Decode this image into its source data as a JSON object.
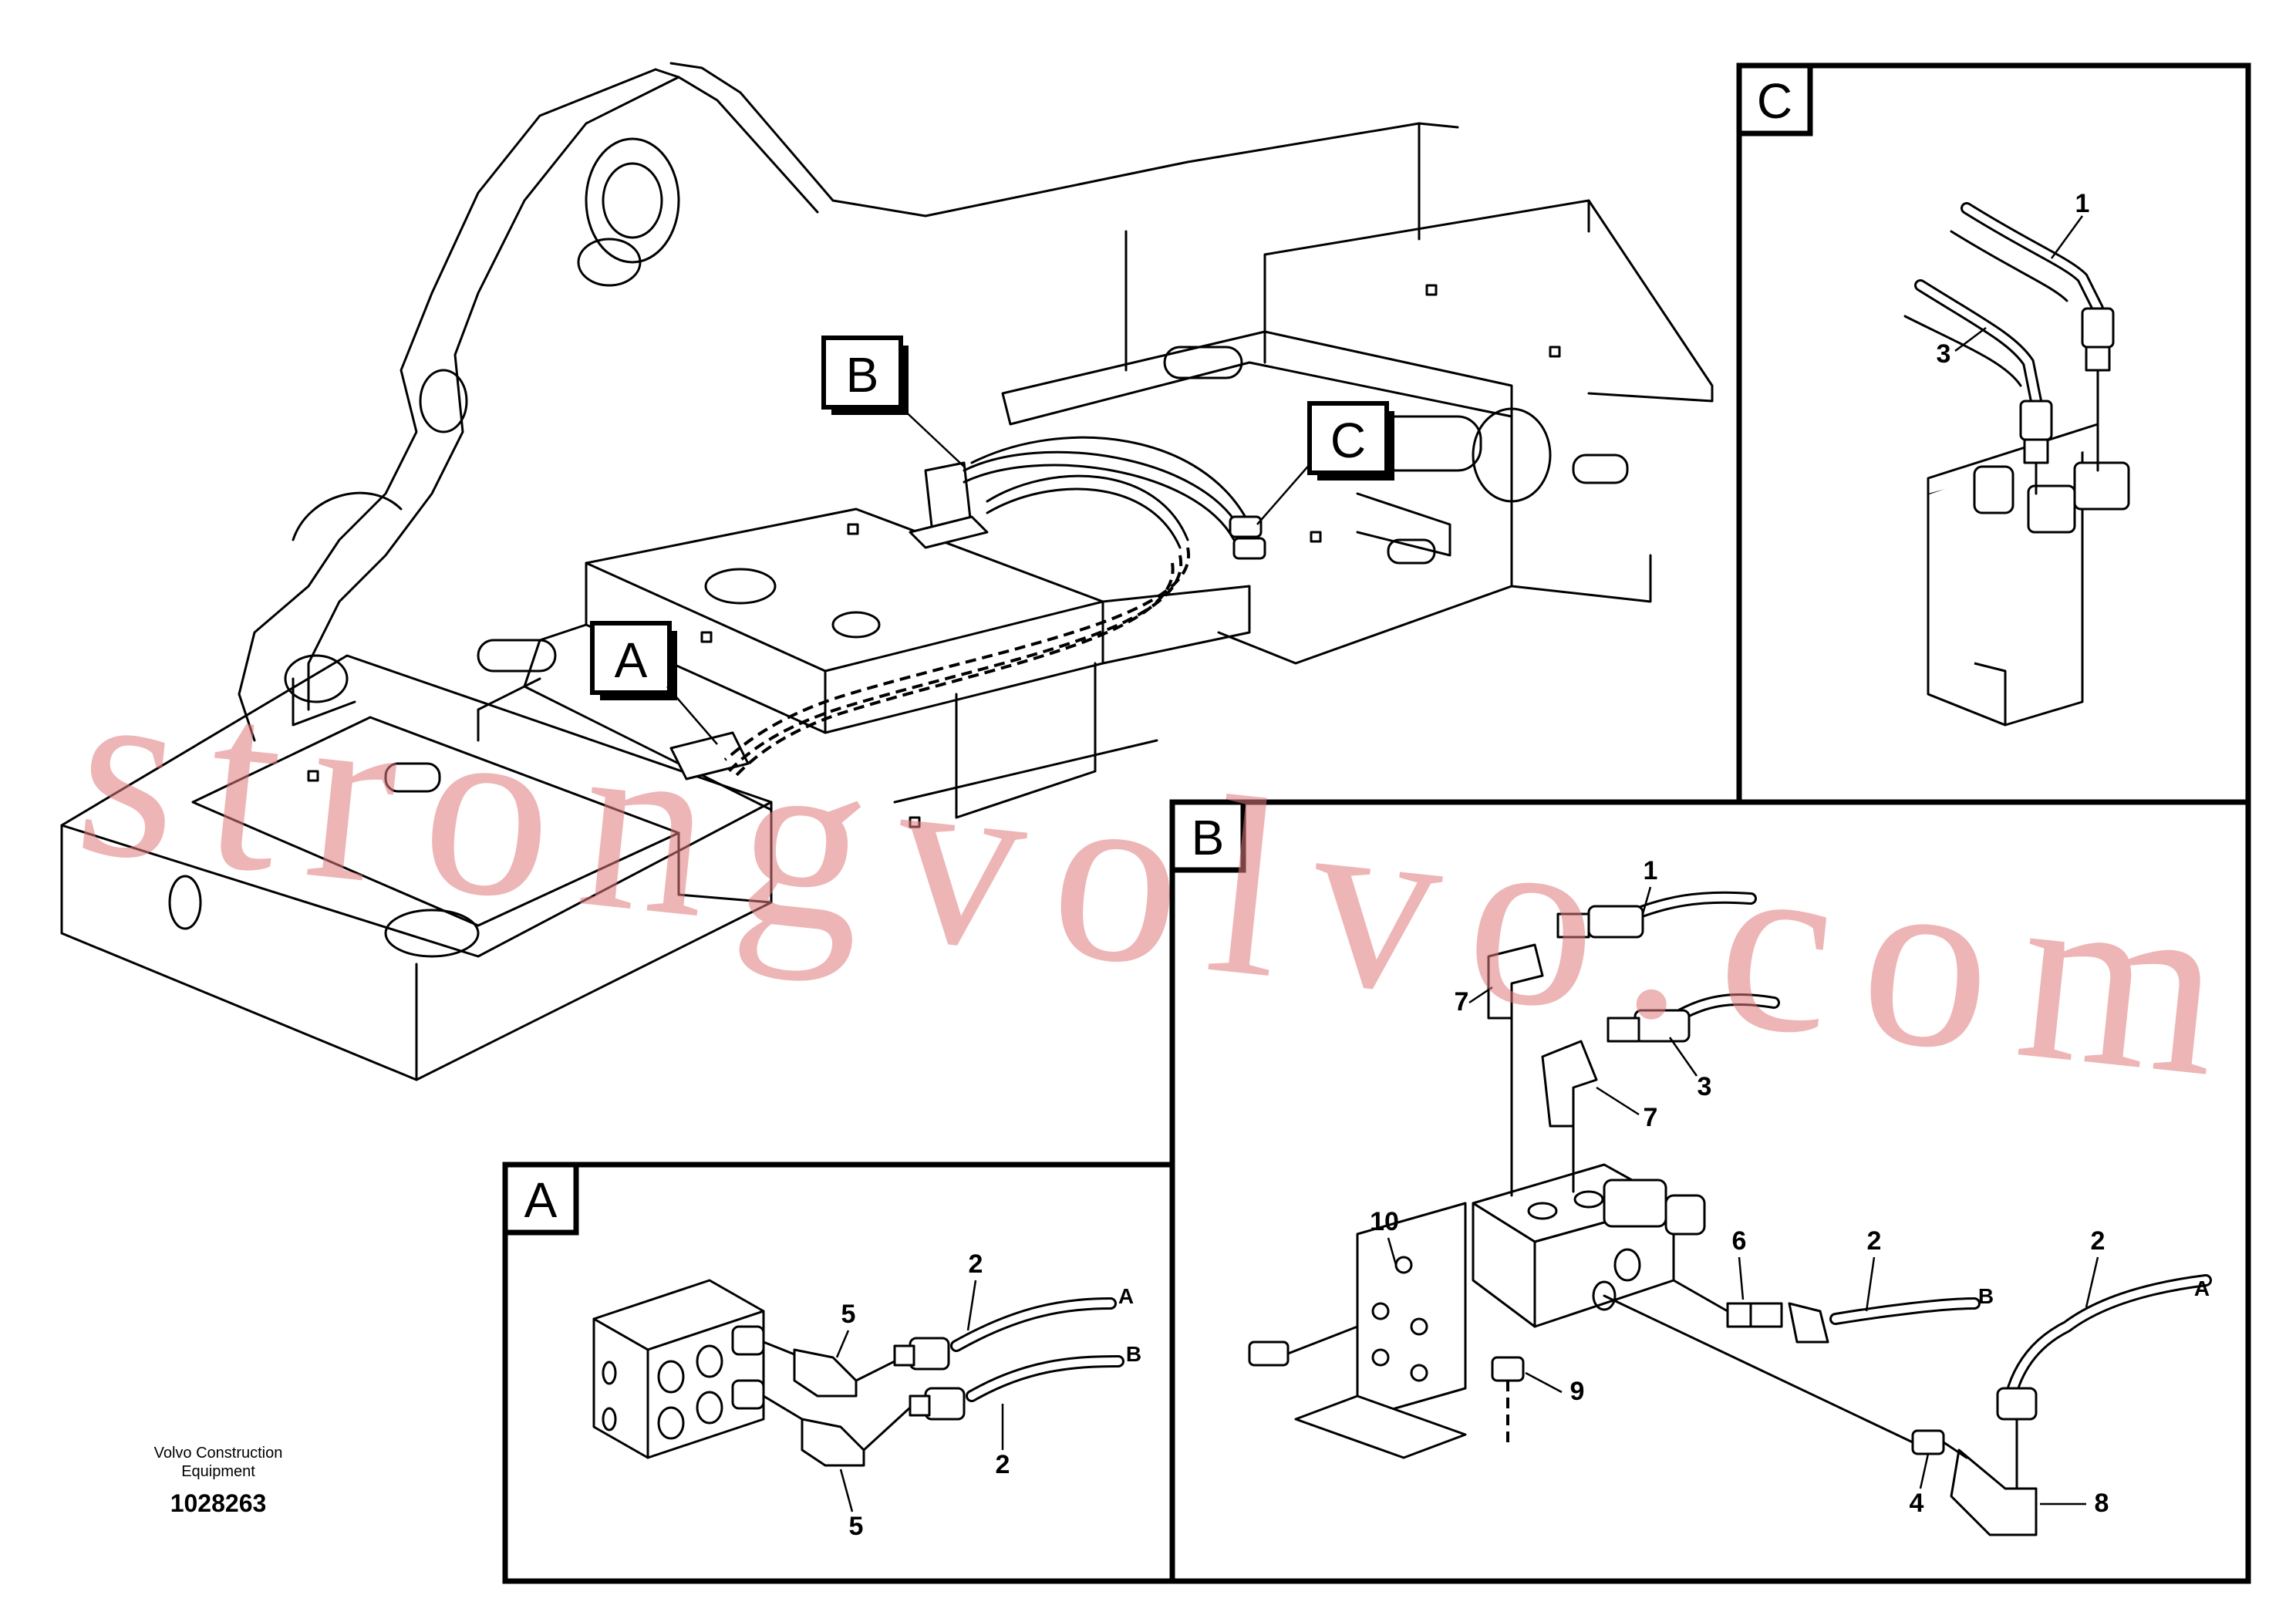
{
  "main_callouts": {
    "a": "A",
    "b": "B",
    "c": "C"
  },
  "detail_c": {
    "title": "C",
    "parts": [
      "1",
      "3"
    ]
  },
  "detail_b": {
    "title": "B",
    "parts": [
      "1",
      "7",
      "3",
      "7",
      "10",
      "6",
      "2",
      "2",
      "9",
      "4",
      "8"
    ],
    "hose_labels": [
      "B",
      "A"
    ]
  },
  "detail_a": {
    "title": "A",
    "parts": [
      "2",
      "5",
      "2",
      "5"
    ],
    "hose_labels": [
      "A",
      "B"
    ]
  },
  "footer": {
    "brand_line1": "Volvo Construction",
    "brand_line2": "Equipment",
    "drawing_id": "1028263"
  },
  "watermark": "strongvolvo.com"
}
